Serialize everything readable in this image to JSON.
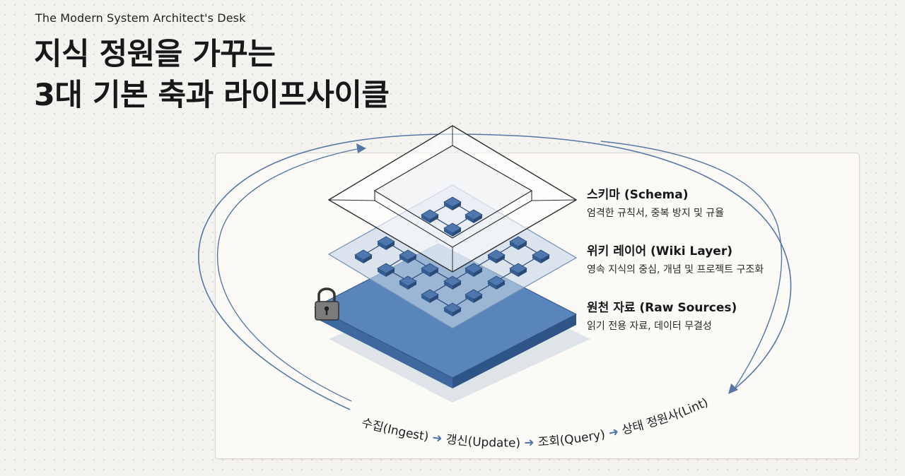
{
  "header": {
    "kicker": "The Modern System Architect's Desk",
    "title_line1": "지식 정원을 가꾸는",
    "title_line2": "3대 기본 축과 라이프사이클"
  },
  "layers": [
    {
      "name": "스키마 (Schema)",
      "desc": "엄격한 규칙서, 중복 방지 및 규율"
    },
    {
      "name": "위키 레이어 (Wiki Layer)",
      "desc": "영속 지식의 중심, 개념 및 프로젝트 구조화"
    },
    {
      "name": "원천 자료 (Raw Sources)",
      "desc": "읽기 전용 자료, 데이터 무결성"
    }
  ],
  "cycle": {
    "steps": [
      "수집(Ingest)",
      "갱신(Update)",
      "조회(Query)",
      "상태 정원사(Lint)"
    ]
  },
  "icons": [
    "lock-icon",
    "cycle-arrow-icon"
  ],
  "colors": {
    "raw_top": "#5a85bb",
    "raw_side": "#3f689f",
    "node": "#4d77ad",
    "cycle_line": "#5677a5",
    "background": "#f4f3ef"
  }
}
